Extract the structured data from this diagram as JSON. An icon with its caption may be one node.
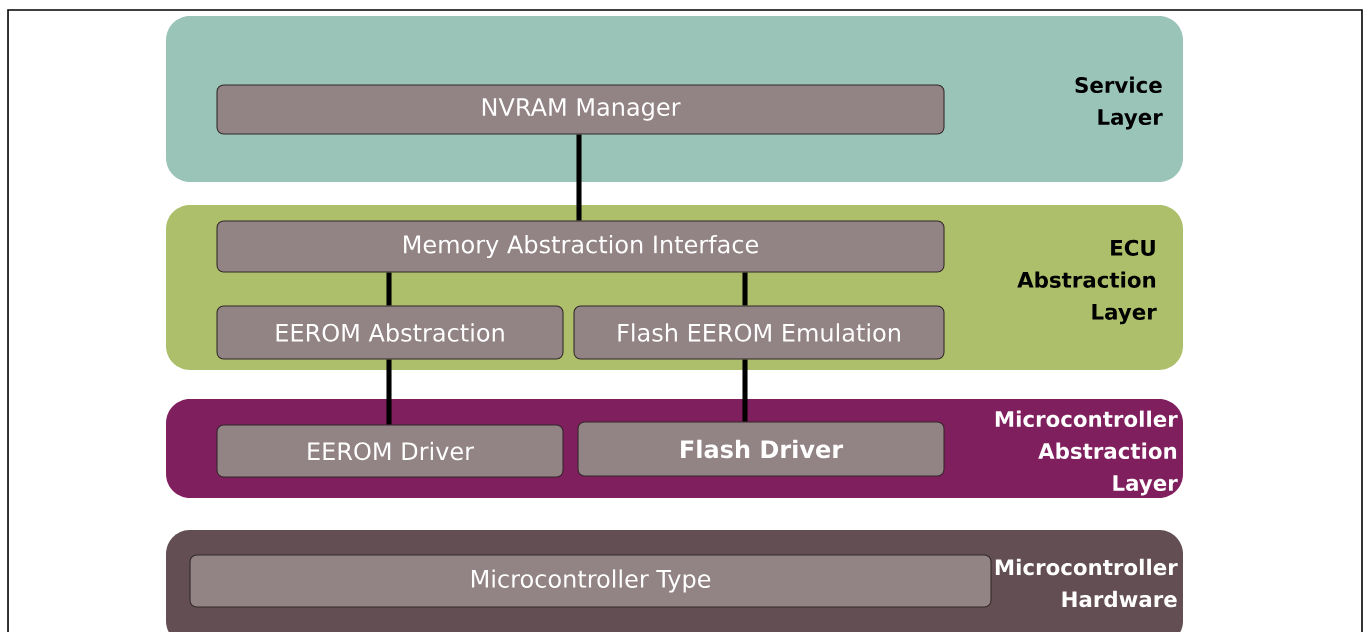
{
  "diagram": {
    "nodes": [
      {
        "text": [
          "Service Layer"
        ]
      },
      {
        "text": [
          "NVRAM Manager"
        ],
        "in": 0
      },
      {
        "text": [
          "ECU Abstraction Layer"
        ]
      },
      {
        "text": [
          "Memory Abstraction Interface"
        ],
        "in": 2
      },
      {
        "text": [
          "EEROM Abstraction"
        ],
        "in": 2
      },
      {
        "text": [
          "Flash EEROM Emulation"
        ],
        "in": 2
      },
      {
        "text": [
          "Microcontroller Abstraction Layer"
        ]
      },
      {
        "text": [
          "EEROM Driver"
        ],
        "in": 6
      },
      {
        "text": [
          "Flash Driver"
        ],
        "in": 6
      },
      {
        "text": [
          "Microcontroller Hardware"
        ]
      },
      {
        "text": [
          "Microcontroller Type"
        ],
        "in": 9
      }
    ],
    "edges": [
      {
        "from": 1,
        "to": 3,
        "arrow": "none"
      },
      {
        "from": 3,
        "to": 4,
        "arrow": "none"
      },
      {
        "from": 3,
        "to": 5,
        "arrow": "none"
      },
      {
        "from": 4,
        "to": 7,
        "arrow": "none"
      },
      {
        "from": 5,
        "to": 8,
        "arrow": "none"
      }
    ]
  }
}
